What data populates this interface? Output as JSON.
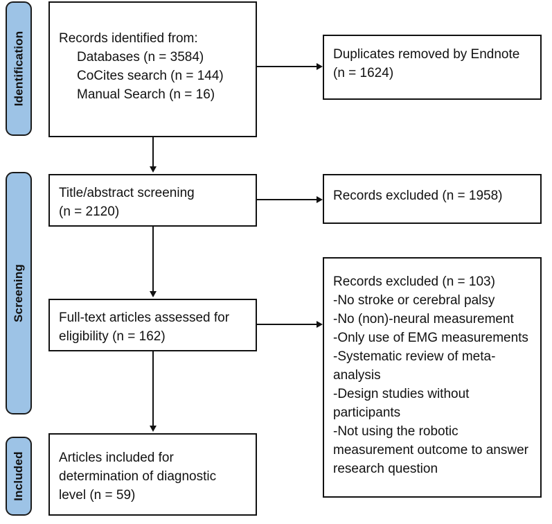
{
  "diagram": {
    "type": "prisma-flow-diagram",
    "accent_color": "#9dc3e6",
    "line_color": "#111111",
    "background_color": "#ffffff"
  },
  "stages": [
    {
      "id": "identification",
      "label": "Identification"
    },
    {
      "id": "screening",
      "label": "Screening"
    },
    {
      "id": "included",
      "label": "Included"
    }
  ],
  "boxes": {
    "records_identified": {
      "title": "Records identified from:",
      "sources": [
        "Databases (n = 3584)",
        "CoCites search (n = 144)",
        "Manual Search (n = 16)"
      ]
    },
    "duplicates_removed": {
      "line1": "Duplicates removed by Endnote",
      "line2": "(n = 1624)"
    },
    "title_abstract_screening": {
      "line1": "Title/abstract screening",
      "line2": "(n = 2120)"
    },
    "records_excluded_screening": {
      "line1": "Records excluded (n = 1958)"
    },
    "fulltext_assessed": {
      "line1": "Full-text articles assessed for",
      "line2": "eligibility (n = 162)"
    },
    "records_excluded_eligibility": {
      "heading": "Records excluded (n = 103)",
      "reasons": [
        "-No stroke or cerebral palsy",
        "-No (non)-neural measurement",
        "-Only use of EMG measurements",
        "-Systematic review of meta-analysis",
        "-Design studies without participants",
        "-Not using the robotic measurement outcome to answer research question"
      ]
    },
    "articles_included": {
      "line1": "Articles included for",
      "line2": "determination of diagnostic",
      "line3": "level (n = 59)"
    }
  }
}
